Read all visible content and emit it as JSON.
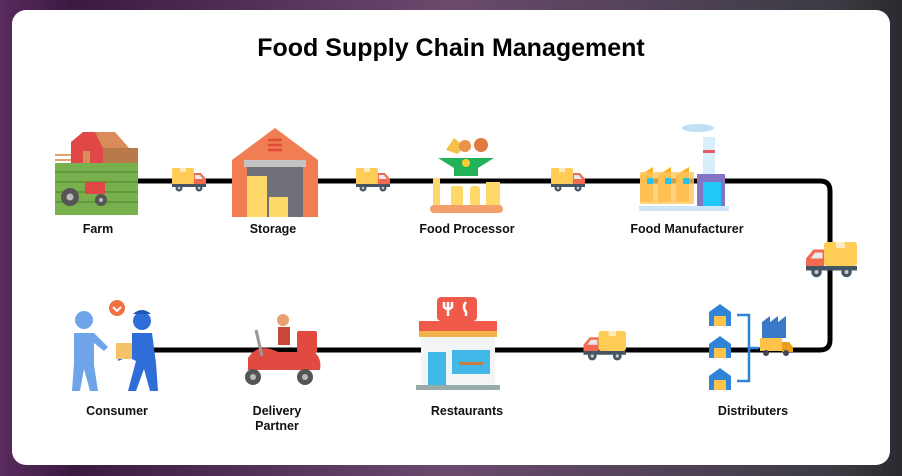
{
  "title": "Food Supply Chain Management",
  "nodes": {
    "farm": {
      "label": "Farm",
      "icon": "farm-icon"
    },
    "storage": {
      "label": "Storage",
      "icon": "warehouse-icon"
    },
    "processor": {
      "label": "Food Processor",
      "icon": "food-processor-icon"
    },
    "manufacturer": {
      "label": "Food Manufacturer",
      "icon": "factory-icon"
    },
    "distributers": {
      "label": "Distributers",
      "icon": "distribution-icon"
    },
    "restaurants": {
      "label": "Restaurants",
      "icon": "restaurant-icon"
    },
    "delivery": {
      "label": "Delivery Partner",
      "icon": "delivery-scooter-icon"
    },
    "consumer": {
      "label": "Consumer",
      "icon": "consumer-icon"
    }
  },
  "colors": {
    "line": "#000000",
    "truck_box": "#FFCC55",
    "truck_cab": "#F26B50"
  }
}
